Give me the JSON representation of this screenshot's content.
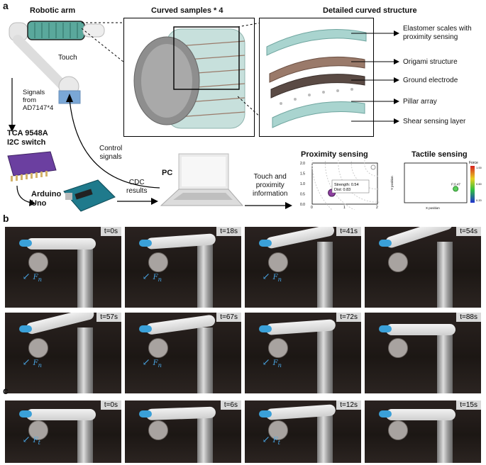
{
  "panel_a": {
    "letter": "a",
    "robotic_arm_title": "Robotic arm",
    "curved_samples_title": "Curved samples * 4",
    "detailed_title": "Detailed curved structure",
    "touch_label": "Touch",
    "signals_label": "Signals\nfrom\nAD7147*4",
    "tca_label": "TCA 9548A\nI2C switch",
    "arduino_label": "Arduino\nUno",
    "control_signals": "Control\nsignals",
    "cdc_results": "CDC\nresults",
    "pc_label": "PC",
    "touch_info": "Touch and\nproximity\ninformation",
    "layers": [
      "Elastomer scales with\nproximity sensing",
      "Origami structure",
      "Ground electrode",
      "Pillar array",
      "Shear sensing layer"
    ],
    "proximity": {
      "title": "Proximity sensing",
      "annotation_strength": "Strength: 0.54",
      "annotation_dist": "Dist: 0.83",
      "x_ticks": [
        "0",
        "1",
        "2"
      ],
      "y_ticks": [
        "0.0",
        "0.5",
        "1.0",
        "1.5",
        "2.0"
      ]
    },
    "tactile": {
      "title": "Tactile sensing",
      "xlabel": "X position",
      "ylabel": "Y position",
      "colorbar_label": "Force",
      "colorbar_ticks": [
        "1.00",
        "0.60",
        "0.20"
      ],
      "point_label": "F:0.47"
    }
  },
  "panel_b": {
    "letter": "b",
    "times": [
      "t=0s",
      "t=18s",
      "t=41s",
      "t=54s",
      "t=57s",
      "t=67s",
      "t=72s",
      "t=88s"
    ],
    "force_label": "F",
    "force_sub": "n"
  },
  "panel_c": {
    "letter": "c",
    "times": [
      "t=0s",
      "t=6s",
      "t=12s",
      "t=15s"
    ],
    "force_label": "F",
    "force_sub": "t"
  },
  "chart_data": [
    {
      "type": "scatter",
      "title": "Proximity sensing",
      "xlim": [
        0,
        2
      ],
      "ylim": [
        0,
        2
      ],
      "points": [
        {
          "x": 0.6,
          "y": 0.55,
          "strength": 0.54,
          "dist": 0.83
        }
      ],
      "grid": false
    },
    {
      "type": "scatter",
      "title": "Tactile sensing",
      "xlabel": "X position",
      "ylabel": "Y position",
      "points": [
        {
          "x": 82,
          "y": 28,
          "force": 0.47
        }
      ],
      "colorbar_range": [
        0.2,
        1.0
      ]
    }
  ],
  "colors": {
    "force_arrow": "#4aa8e8",
    "sensor_teal": "#8fc9c4",
    "origami": "#9a7a6a"
  }
}
